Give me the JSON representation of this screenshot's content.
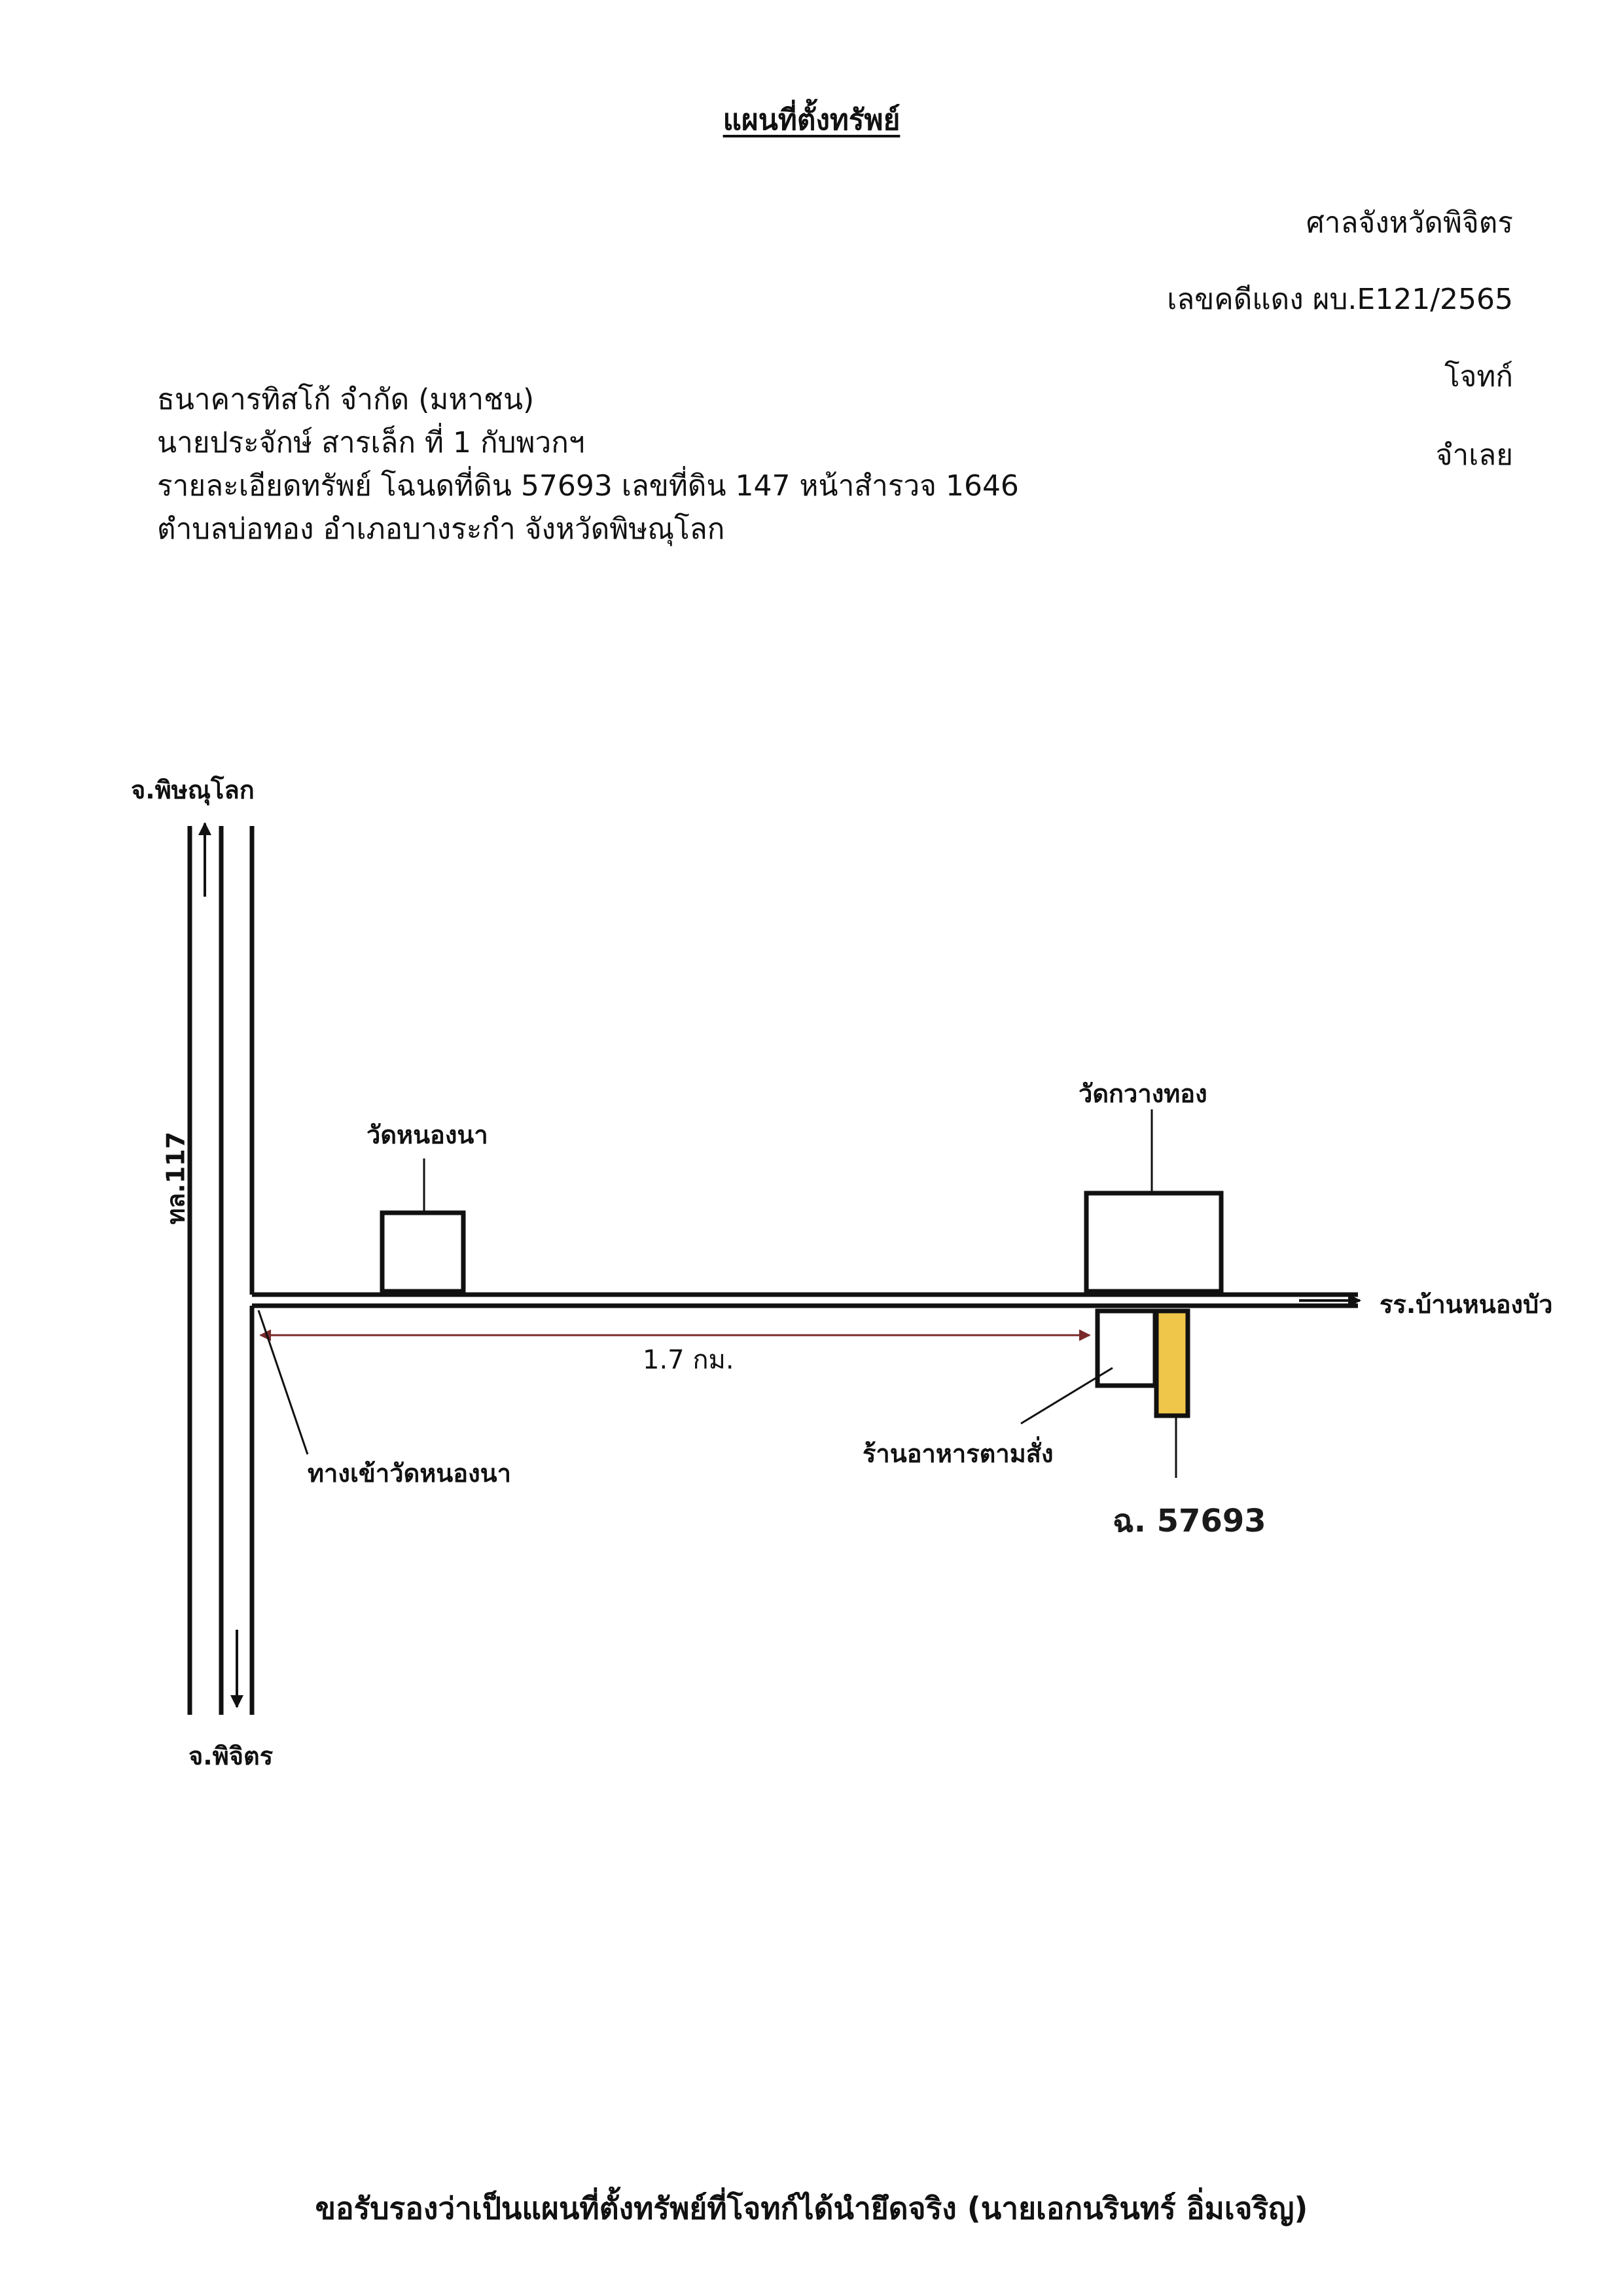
{
  "header": {
    "title": "แผนที่ตั้งทรัพย์",
    "court": "ศาลจังหวัดพิจิตร",
    "case_number": "เลขคดีแดง ผบ.E121/2565",
    "plaintiff_role": "โจทก์",
    "defendant_role": "จำเลย"
  },
  "parties": {
    "plaintiff": "ธนาคารทิสโก้ จำกัด (มหาชน)",
    "defendant": "นายประจักษ์  สารเล็ก  ที่ 1 กับพวกฯ",
    "property_detail": "รายละเอียดทรัพย์ โฉนดที่ดิน 57693 เลขที่ดิน 147 หน้าสำรวจ 1646",
    "location": "ตำบลบ่อทอง  อำเภอบางระกำ  จังหวัดพิษณุโลก"
  },
  "map": {
    "north_destination": "จ.พิษณุโลก",
    "south_destination": "จ.พิจิตร",
    "highway_label": "ทล.117",
    "temple_left": "วัดหนองนา",
    "temple_right": "วัดกวางทอง",
    "school_destination": "รร.บ้านหนองบัว",
    "distance": "1.7 กม.",
    "entrance_label": "ทางเข้าวัดหนองนา",
    "restaurant_label": "ร้านอาหารตามสั่ง",
    "parcel_label": "ฉ. 57693",
    "colors": {
      "line": "#111111",
      "distance_arrow": "#7a2a2a",
      "parcel_fill": "#f0c64a"
    }
  },
  "footer": {
    "certification": "ขอรับรองว่าเป็นแผนที่ตั้งทรัพย์ที่โจทก์ได้นำยึดจริง (นายเอกนรินทร์ อิ่มเจริญ)"
  }
}
